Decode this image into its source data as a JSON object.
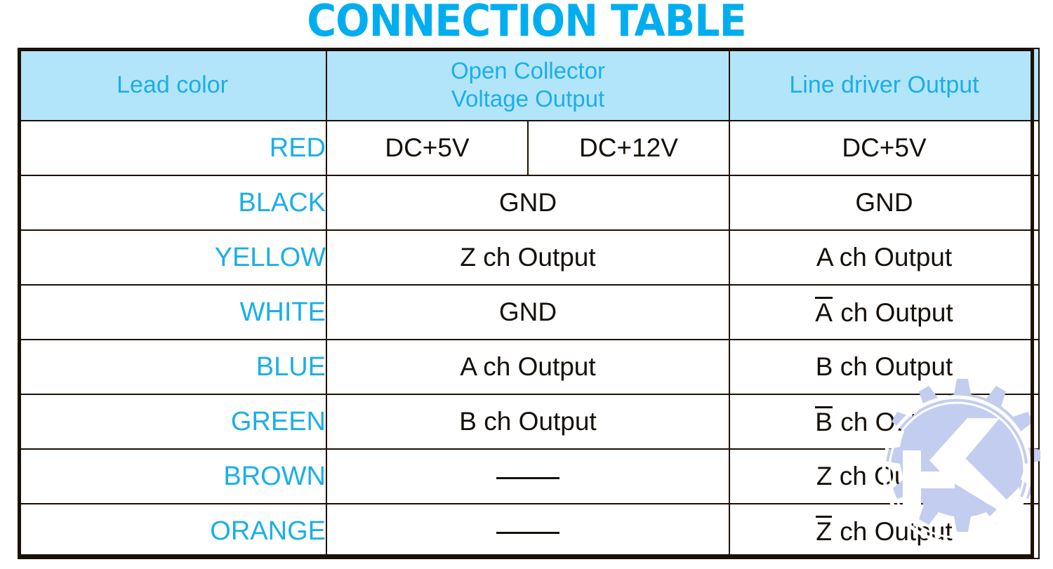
{
  "title": "CONNECTION TABLE",
  "colors": {
    "accent_cyan": "#1BAEEA",
    "title_cyan": "#00AEEF",
    "header_bg": "#b3e5fa",
    "border": "#1c1000",
    "text_dark": "#15100a",
    "watermark": "#c3cdef"
  },
  "header": {
    "lead_color": "Lead color",
    "open_collector_line1": "Open Collector",
    "open_collector_line2": "Voltage Output",
    "line_driver": "Line driver Output"
  },
  "rows": [
    {
      "lead": "RED",
      "open_collector_split": true,
      "open_collector_a": "DC+5V",
      "open_collector_b": "DC+12V",
      "line_driver": "DC+5V",
      "line_driver_bar": ""
    },
    {
      "lead": "BLACK",
      "open_collector_split": false,
      "open_collector": "GND",
      "line_driver": "GND",
      "line_driver_bar": ""
    },
    {
      "lead": "YELLOW",
      "open_collector_split": false,
      "open_collector": "Z ch Output",
      "line_driver": "A ch Output",
      "line_driver_bar": ""
    },
    {
      "lead": "WHITE",
      "open_collector_split": false,
      "open_collector": "GND",
      "line_driver": " ch Output",
      "line_driver_bar": "A"
    },
    {
      "lead": "BLUE",
      "open_collector_split": false,
      "open_collector": "A ch Output",
      "line_driver": "B ch Output",
      "line_driver_bar": ""
    },
    {
      "lead": "GREEN",
      "open_collector_split": false,
      "open_collector": "B ch Output",
      "line_driver": " ch Output",
      "line_driver_bar": "B"
    },
    {
      "lead": "BROWN",
      "open_collector_split": false,
      "open_collector": "—",
      "open_collector_is_dash": true,
      "line_driver": "Z ch Output",
      "line_driver_bar": ""
    },
    {
      "lead": "ORANGE",
      "open_collector_split": false,
      "open_collector": "—",
      "open_collector_is_dash": true,
      "line_driver": " ch Output",
      "line_driver_bar": "Z"
    }
  ],
  "watermark": {
    "icon": "gear-k-arrow-watermark"
  }
}
